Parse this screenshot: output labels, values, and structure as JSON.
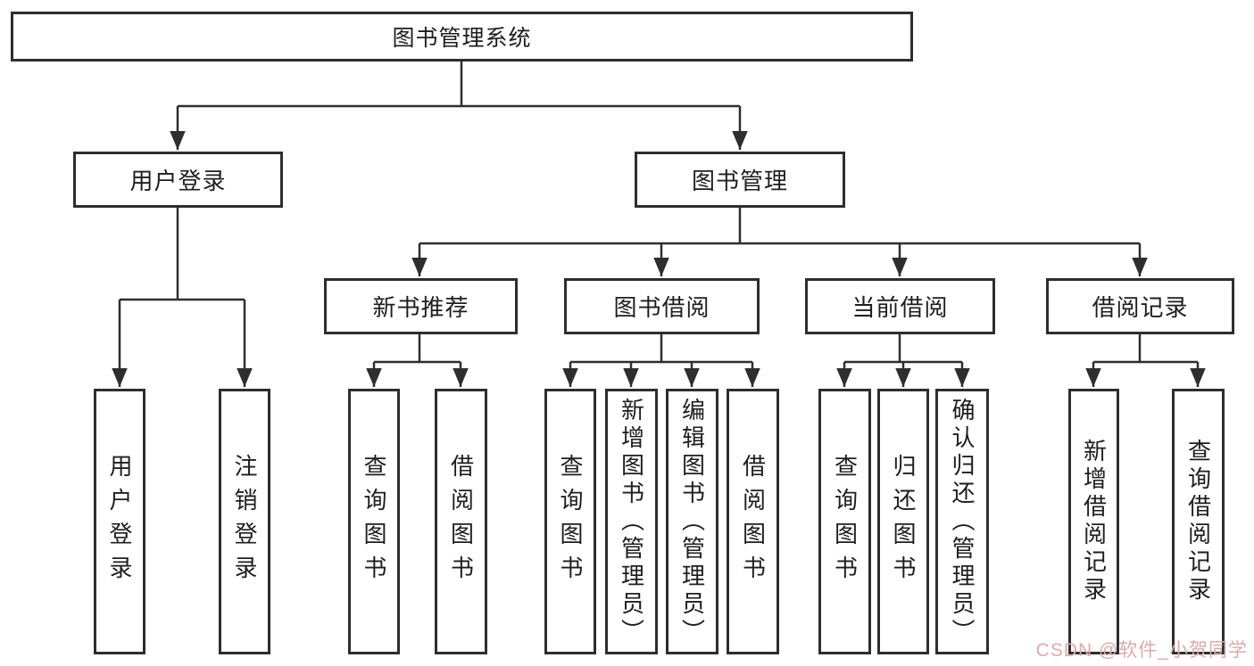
{
  "diagram": {
    "title": "图书管理系统",
    "type": "function-structure-tree",
    "colors": {
      "line": "#2e2e2e",
      "box_border": "#2e2e2e",
      "background": "#ffffff",
      "watermark": "#dcaaa7"
    },
    "watermark": {
      "text": "CSDN @软件_小贺同学"
    },
    "tree": {
      "label": "图书管理系统",
      "children": [
        {
          "label": "用户登录",
          "children": [
            {
              "label": "用户登录"
            },
            {
              "label": "注销登录"
            }
          ]
        },
        {
          "label": "图书管理",
          "children": [
            {
              "label": "新书推荐",
              "children": [
                {
                  "label": "查询图书"
                },
                {
                  "label": "借阅图书"
                }
              ]
            },
            {
              "label": "图书借阅",
              "children": [
                {
                  "label": "查询图书"
                },
                {
                  "label": "新增图书（管理员）"
                },
                {
                  "label": "编辑图书（管理员）"
                },
                {
                  "label": "借阅图书"
                }
              ]
            },
            {
              "label": "当前借阅",
              "children": [
                {
                  "label": "查询图书"
                },
                {
                  "label": "归还图书"
                },
                {
                  "label": "确认归还（管理员）"
                }
              ]
            },
            {
              "label": "借阅记录",
              "children": [
                {
                  "label": "新增借阅记录"
                },
                {
                  "label": "查询借阅记录"
                }
              ]
            }
          ]
        }
      ]
    }
  }
}
